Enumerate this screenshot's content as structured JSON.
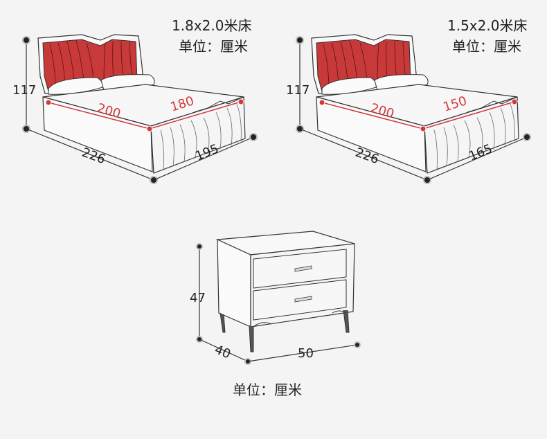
{
  "bed_large": {
    "size_title": "1.8x2.0米床",
    "unit_label": "单位：厘米",
    "height": "117",
    "length_inner": "200",
    "width_inner": "180",
    "length_outer": "226",
    "width_outer": "195"
  },
  "bed_small": {
    "size_title": "1.5x2.0米床",
    "unit_label": "单位：厘米",
    "height": "117",
    "length_inner": "200",
    "width_inner": "150",
    "length_outer": "226",
    "width_outer": "165"
  },
  "nightstand": {
    "height": "47",
    "depth": "40",
    "width": "50",
    "unit_label": "单位：厘米"
  },
  "colors": {
    "headboard": "#c8393a",
    "dimension_red": "#d23a3a",
    "line": "#333333",
    "background": "#f4f4f4"
  }
}
